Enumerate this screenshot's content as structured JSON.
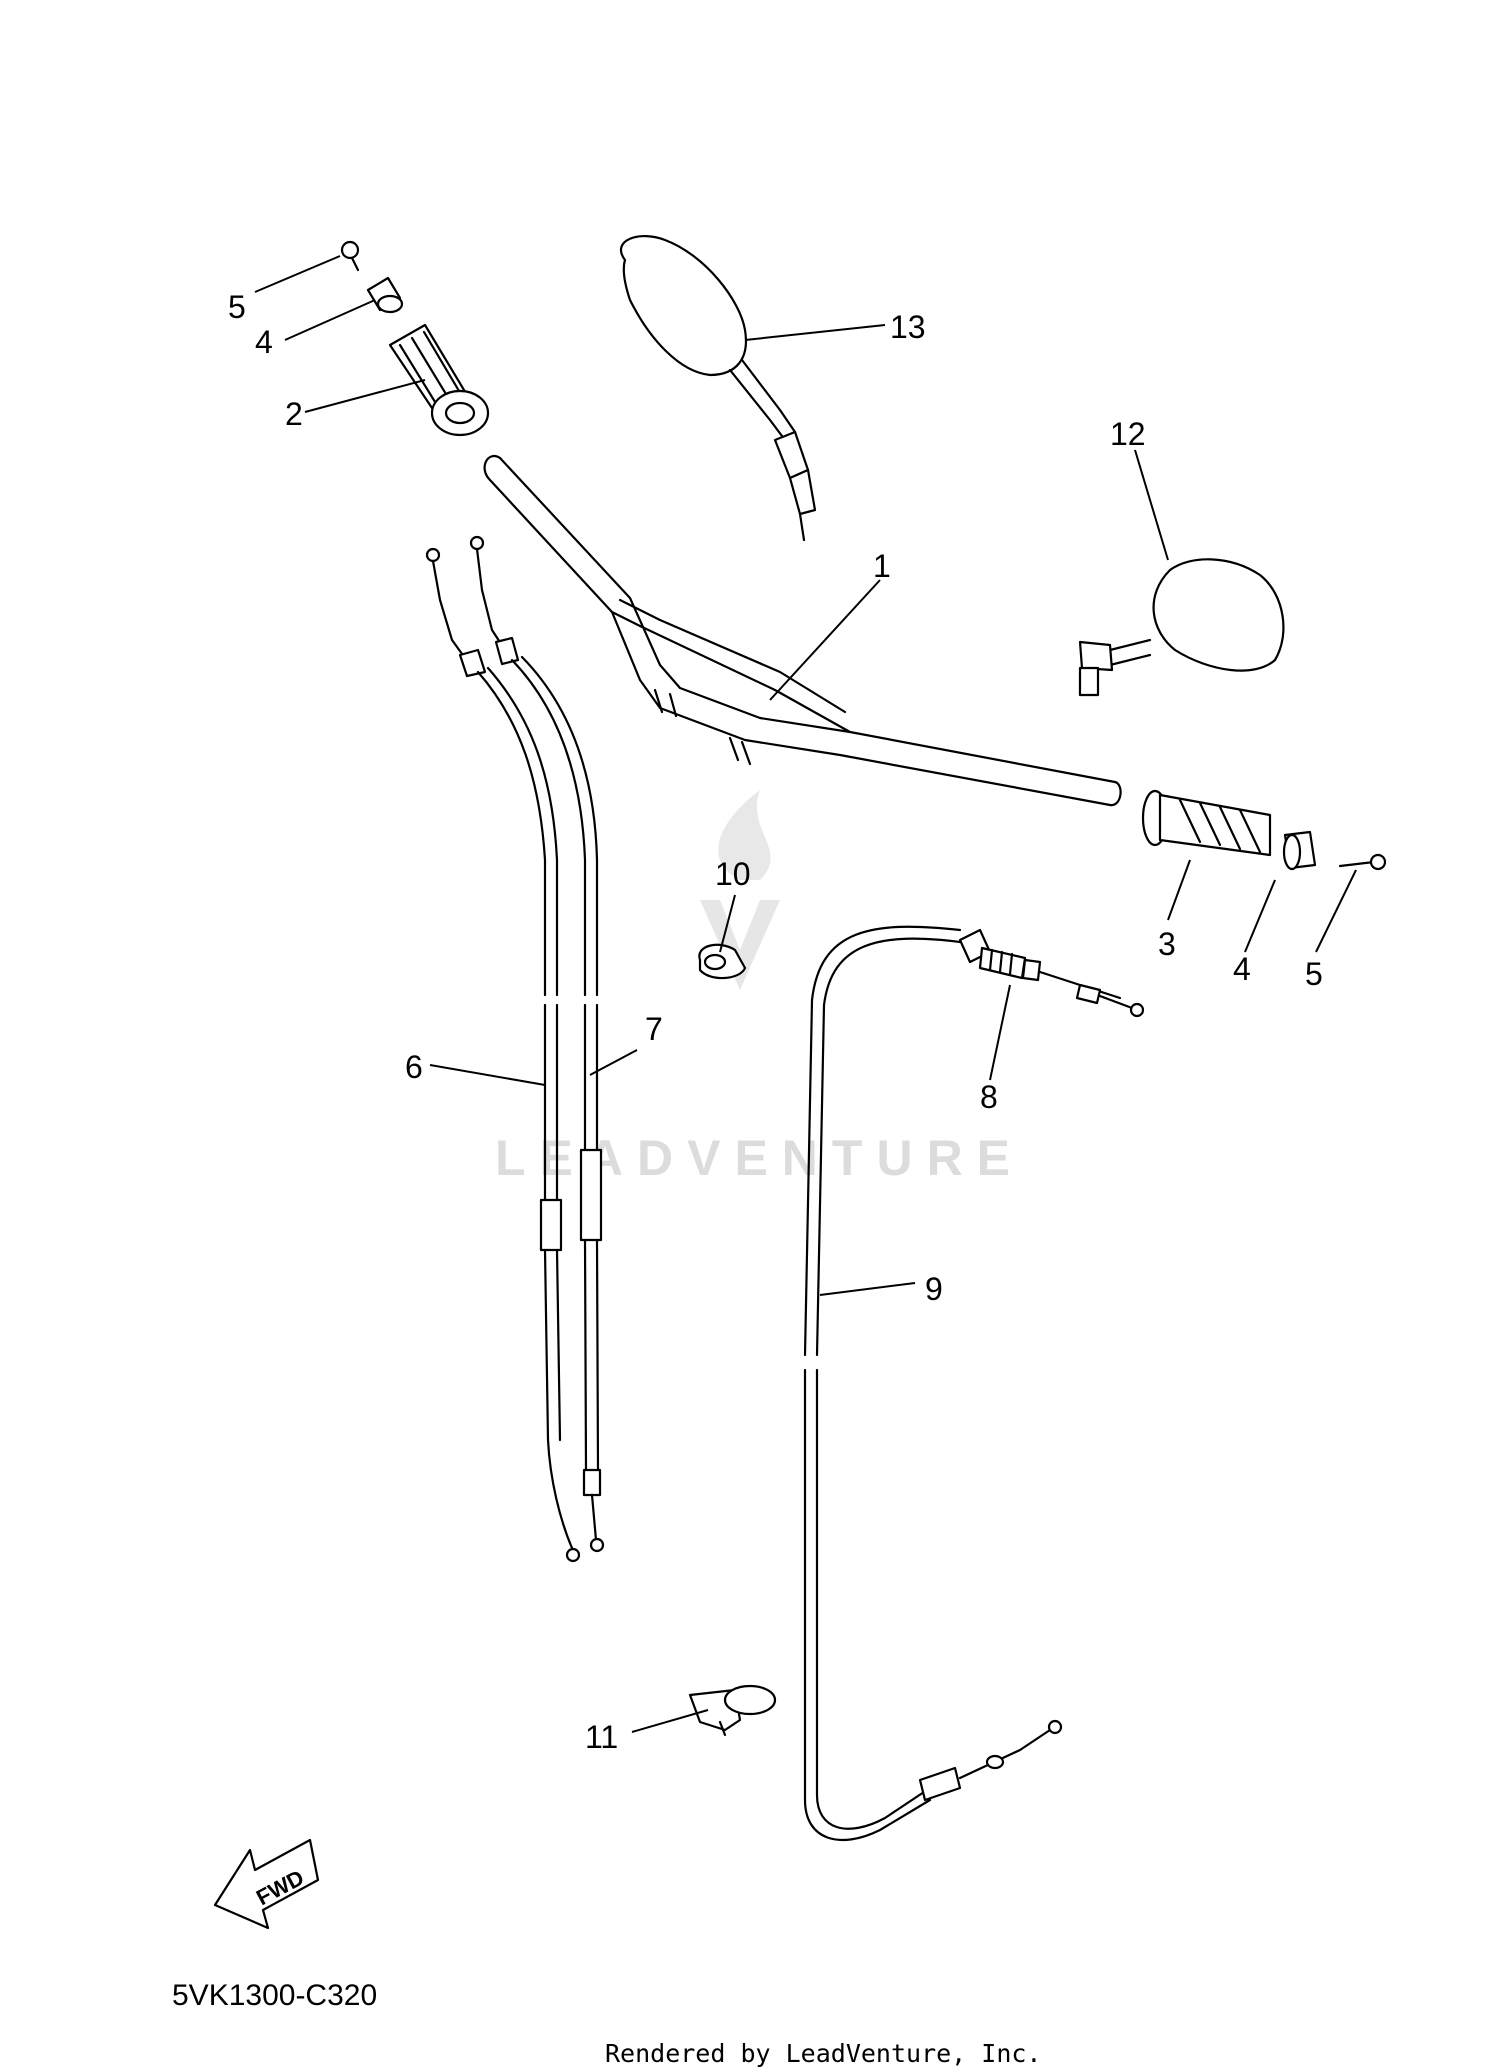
{
  "diagram": {
    "part_code": "5VK1300-C320",
    "render_credit": "Rendered by LeadVenture, Inc.",
    "watermark": "LEADVENTURE",
    "fwd_label": "FWD",
    "callouts": {
      "c1": "1",
      "c2": "2",
      "c3": "3",
      "c4a": "4",
      "c4b": "4",
      "c5a": "5",
      "c5b": "5",
      "c6": "6",
      "c7": "7",
      "c8": "8",
      "c9": "9",
      "c10": "10",
      "c11": "11",
      "c12": "12",
      "c13": "13"
    }
  }
}
